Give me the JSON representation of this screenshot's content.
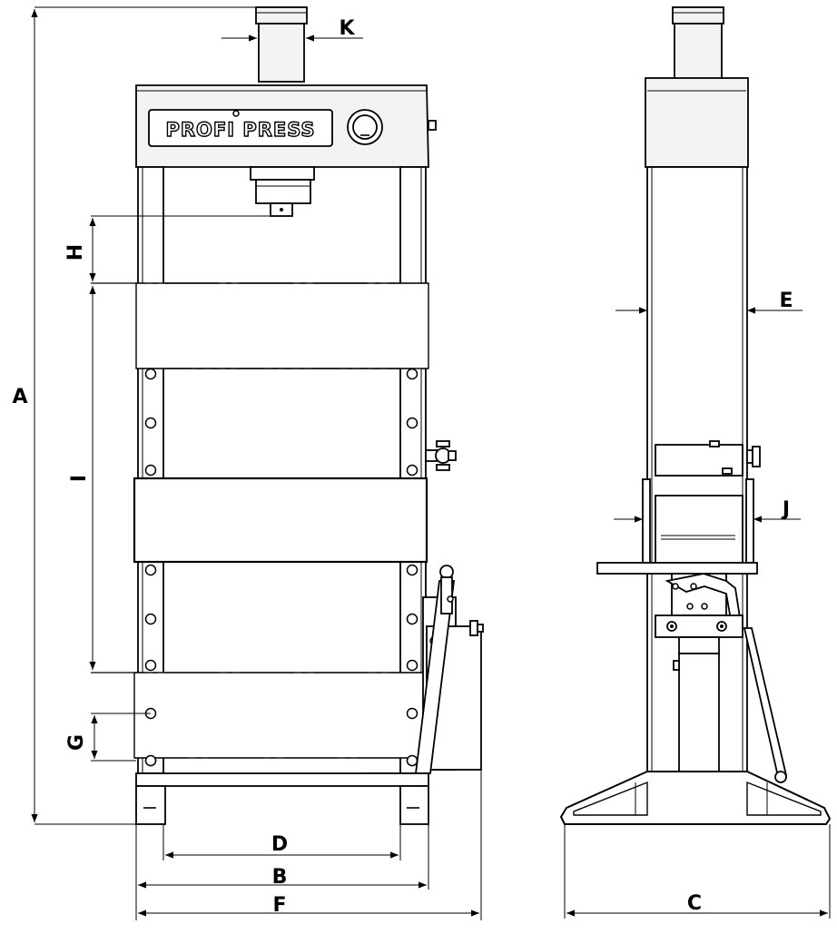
{
  "brand": {
    "logo_text": "PROFI PRESS"
  },
  "dimensions": {
    "A": "A",
    "B": "B",
    "C": "C",
    "D": "D",
    "E": "E",
    "F": "F",
    "G": "G",
    "H": "H",
    "I": "I",
    "J": "J",
    "K": "K"
  }
}
